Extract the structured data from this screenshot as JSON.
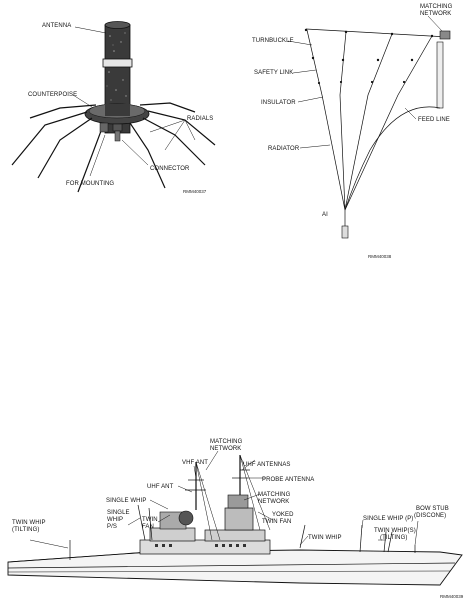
{
  "fig_a": {
    "antenna": "ANTENNA",
    "counterpoise": "COUNTERPOISE",
    "radials": "RADIALS",
    "connector": "CONNECTOR",
    "for_mounting": "FOR MOUNTING",
    "ref": "RMM40037"
  },
  "fig_b": {
    "matching_network_1": "MATCHING",
    "matching_network_2": "NETWORK",
    "turnbuckle": "TURNBUCKLE",
    "safety_link": "SAFETY LINK",
    "insulator": "INSULATOR",
    "feed_line": "FEED LINE",
    "radiator": "RADIATOR",
    "a1": "AI",
    "ref": "RMM40038"
  },
  "fig_c": {
    "matching_network_1": "MATCHING",
    "matching_network_2": "NETWORK",
    "vhf_ant": "VHF ANT",
    "uhf_antennas": "UHF ANTENNAS",
    "uhf_ant": "UHF ANT",
    "probe_antenna": "PROBE ANTENNA",
    "single_whip": "SINGLE WHIP",
    "matching_network_b1": "MATCHING",
    "matching_network_b2": "NETWORK",
    "single_whip_ps_1": "SINGLE",
    "single_whip_ps_2": "WHIP",
    "single_whip_ps_3": "P/S",
    "twin_fan_1": "TWIN",
    "twin_fan_2": "FAN",
    "yoked_twin_fan_1": "YOKED",
    "yoked_twin_fan_2": "TWIN FAN",
    "twin_whip": "TWIN WHIP",
    "twin_whip_tilting_1": "TWIN WHIP",
    "twin_whip_tilting_2": "(TILTING)",
    "single_whip_p": "SINGLE WHIP (P)",
    "bow_stub_1": "BOW STUB",
    "bow_stub_2": "(DISCONE)",
    "twin_whips_tilting_1": "TWIN WHIP(S)",
    "twin_whips_tilting_2": "(TILTING)",
    "ref": "RMM40039"
  }
}
